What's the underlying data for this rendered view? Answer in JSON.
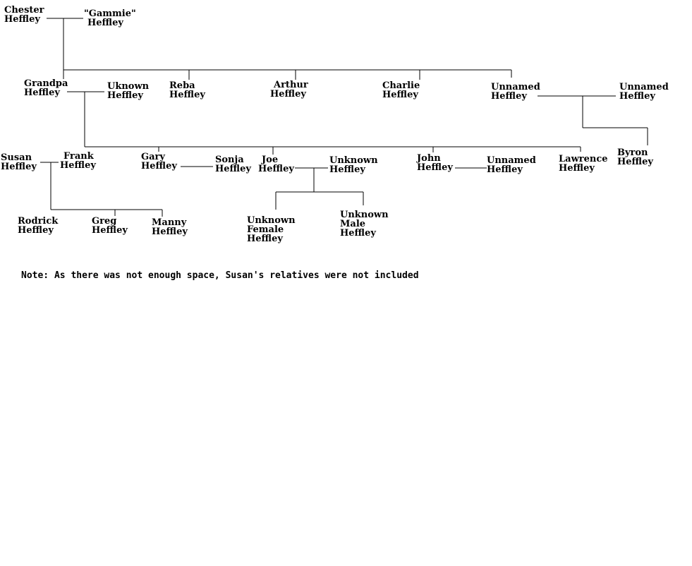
{
  "people": {
    "chester": [
      "Chester",
      "Heffley"
    ],
    "gammie": [
      "\"Gammie\"",
      "Heffley"
    ],
    "grandpa": [
      "Grandpa",
      "Heffley"
    ],
    "uknown": [
      "Uknown",
      "Heffley"
    ],
    "reba": [
      "Reba",
      "Heffley"
    ],
    "arthur": [
      "Arthur",
      "Heffley"
    ],
    "charlie": [
      "Charlie",
      "Heffley"
    ],
    "unnamed_sibling": [
      "Unnamed",
      "Heffley"
    ],
    "unnamed_spouse": [
      "Unnamed",
      "Heffley"
    ],
    "byron": [
      "Byron",
      "Heffley"
    ],
    "susan": [
      "Susan",
      "Heffley"
    ],
    "frank": [
      "Frank",
      "Heffley"
    ],
    "gary": [
      "Gary",
      "Heffley"
    ],
    "sonja": [
      "Sonja",
      "Heffley"
    ],
    "joe": [
      "Joe",
      "Heffley"
    ],
    "unknown_joe_spouse": [
      "Unknown",
      "Heffley"
    ],
    "john": [
      "John",
      "Heffley"
    ],
    "unnamed_john_spouse": [
      "Unnamed",
      "Heffley"
    ],
    "lawrence": [
      "Lawrence",
      "Heffley"
    ],
    "rodrick": [
      "Rodrick",
      "Heffley"
    ],
    "greg": [
      "Greg",
      "Heffley"
    ],
    "manny": [
      "Manny",
      "Heffley"
    ],
    "unknown_female": [
      "Unknown",
      "Female",
      "Heffley"
    ],
    "unknown_male": [
      "Unknown",
      "Male",
      "Heffley"
    ]
  },
  "note": "Note: As there was not enough space, Susan's relatives were not included"
}
